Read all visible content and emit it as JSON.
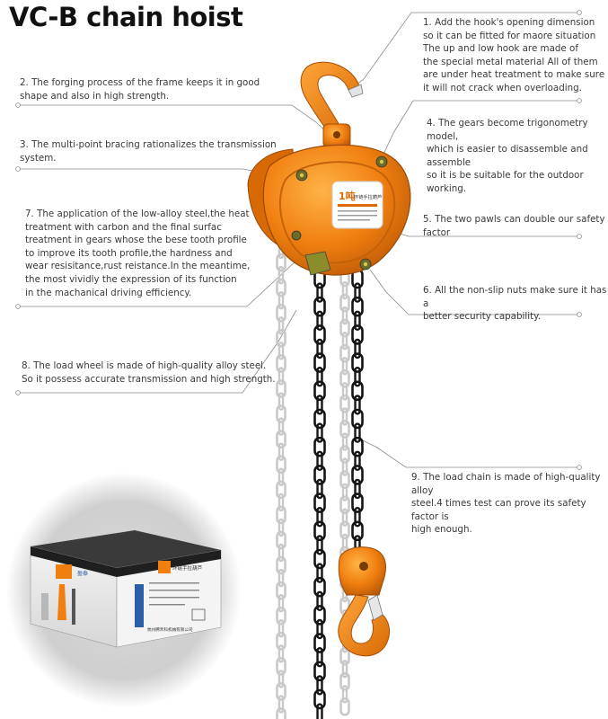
{
  "title": "VC-B chain hoist",
  "colors": {
    "body_orange": "#f07f10",
    "chain_black": "#151515",
    "chain_silver": "#c9c9c9",
    "leader_line": "#8a8a8a",
    "box_blue": "#2d5fa8"
  },
  "notes": [
    "1. Add the hook's opening dimension\n so it can be fitted for maore situation\n The up and low hook are made of\n the special metal material All of them\n are under heat treatment to make sure\n it will not crack when overloading.",
    "2. The forging process of the frame keeps it in good\n shape and also in high strength.",
    "3. The multi-point bracing rationalizes the transmission\nsystem.",
    "4. The gears become trigonometry model,\nwhich is easier to disassemble and assemble\nso it is be suitable for the outdoor working.",
    "5. The two pawls can double our safety factor",
    "6. All the non-slip nuts make sure it has a\n better security capability.",
    "7. The application of the low-alloy steel,the heat\ntreatment with carbon and the final surfac\ntreatment in gears whose the bese tooth profile\nto improve its tooth profile,the hardness and\nwear resisitance,rust reistance.In the meantime,\nthe most vividly the expression of its function\nin the machanical driving efficiency.",
    "8. The load wheel is made of high-quality alloy steel.\nSo it possess accurate transmission and high strength.",
    "9. The load chain is made of high-quality alloy\nsteel.4 times test can prove its safety factor is\nhigh enough."
  ],
  "product_label": {
    "capacity": "1吨",
    "name": "环链手拉葫芦"
  },
  "box_label": {
    "brand": "盈泰",
    "product": "环链手拉葫芦",
    "maker": "杭州腾禾科机械有限公司"
  }
}
